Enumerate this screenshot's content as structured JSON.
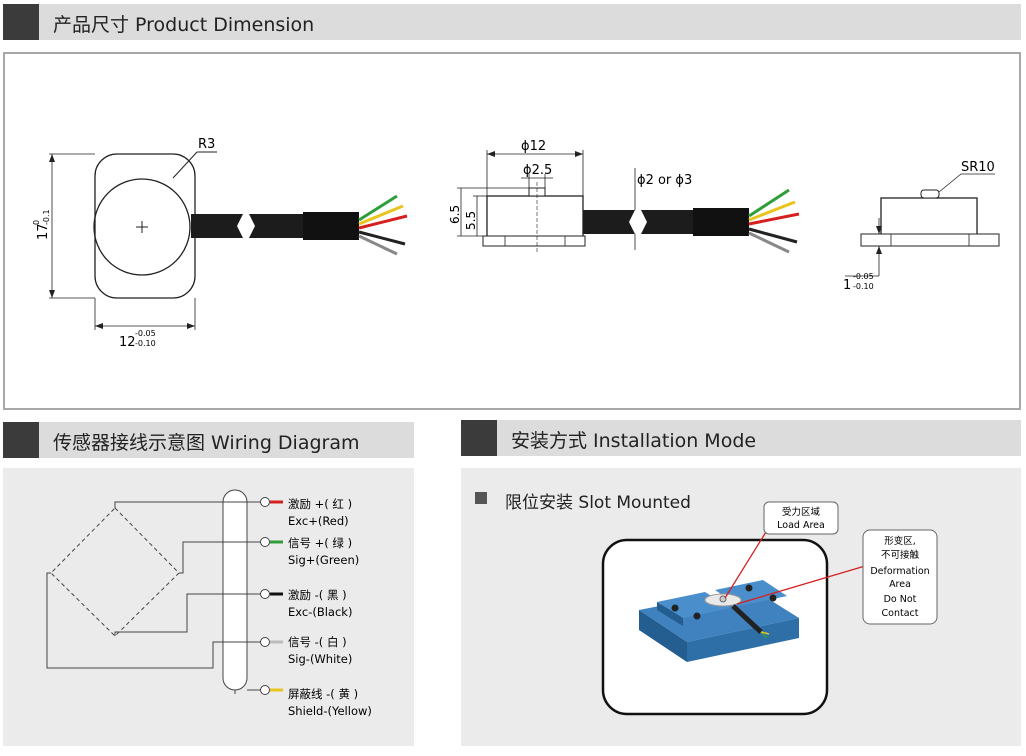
{
  "sections": {
    "dimension_title": "产品尺寸 Product Dimension",
    "wiring_title": "传感器接线示意图 Wiring Diagram",
    "install_title": "安装方式 Installation Mode"
  },
  "dimension": {
    "r3": "R3",
    "height_main": "17",
    "height_sup": "0",
    "height_sub": "-0.1",
    "width_main": "12",
    "width_sup": "-0.05",
    "width_sub": "-0.10",
    "dia12": "ϕ12",
    "dia25": "ϕ2.5",
    "dia_cable": "ϕ2 or ϕ3",
    "h65": "6.5",
    "h55": "5.5",
    "sr10": "SR10",
    "thick_main": "1",
    "thick_sup": "-0.05",
    "thick_sub": "-0.10"
  },
  "wiring": {
    "wires": [
      {
        "cn": "激励 +( 红 )",
        "en": "Exc+(Red)",
        "color": "#d62020"
      },
      {
        "cn": "信号 +( 绿 )",
        "en": "Sig+(Green)",
        "color": "#2f9e3a"
      },
      {
        "cn": "激励 -( 黑 )",
        "en": "Exc-(Black)",
        "color": "#111111"
      },
      {
        "cn": "信号 -( 白 )",
        "en": "Sig-(White)",
        "color": "#ffffff"
      },
      {
        "cn": "屏蔽线 -( 黄 )",
        "en": "Shield-(Yellow)",
        "color": "#e8c41c"
      }
    ]
  },
  "install": {
    "mode_label": "限位安装 Slot Mounted",
    "load_cn": "受力区域",
    "load_en": "Load Area",
    "deform_cn1": "形变区,",
    "deform_cn2": "不可接触",
    "deform_en1": "Deformation",
    "deform_en2": "Area",
    "deform_en3": "Do Not",
    "deform_en4": "Contact"
  },
  "colors": {
    "header_bg": "#dcdcdc",
    "header_square": "#3b3b3b",
    "panel_bg": "#ebebeb",
    "fixture_blue": "#2e6fa8"
  }
}
